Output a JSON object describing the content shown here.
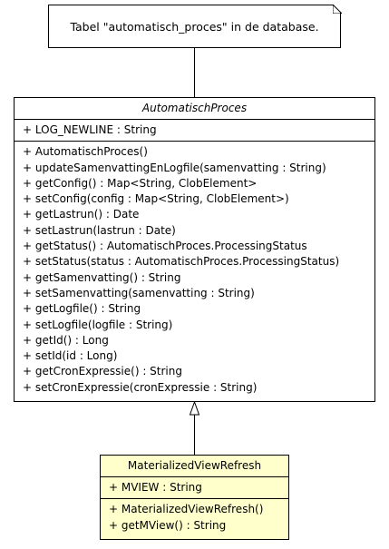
{
  "note": {
    "text": "Tabel \"automatisch_proces\" in de database."
  },
  "parent_class": {
    "name": "AutomatischProces",
    "attributes": [
      "+ LOG_NEWLINE : String"
    ],
    "operations": [
      "+ AutomatischProces()",
      "+ updateSamenvattingEnLogfile(samenvatting : String)",
      "+ getConfig() : Map<String, ClobElement>",
      "+ setConfig(config : Map<String, ClobElement>)",
      "+ getLastrun() : Date",
      "+ setLastrun(lastrun : Date)",
      "+ getStatus() : AutomatischProces.ProcessingStatus",
      "+ setStatus(status : AutomatischProces.ProcessingStatus)",
      "+ getSamenvatting() : String",
      "+ setSamenvatting(samenvatting : String)",
      "+ getLogfile() : String",
      "+ setLogfile(logfile : String)",
      "+ getId() : Long",
      "+ setId(id : Long)",
      "+ getCronExpressie() : String",
      "+ setCronExpressie(cronExpressie : String)"
    ]
  },
  "child_class": {
    "name": "MaterializedViewRefresh",
    "attributes": [
      "+ MVIEW : String"
    ],
    "operations": [
      "+ MaterializedViewRefresh()",
      "+ getMView() : String"
    ],
    "fill_color": "#ffffcc"
  }
}
